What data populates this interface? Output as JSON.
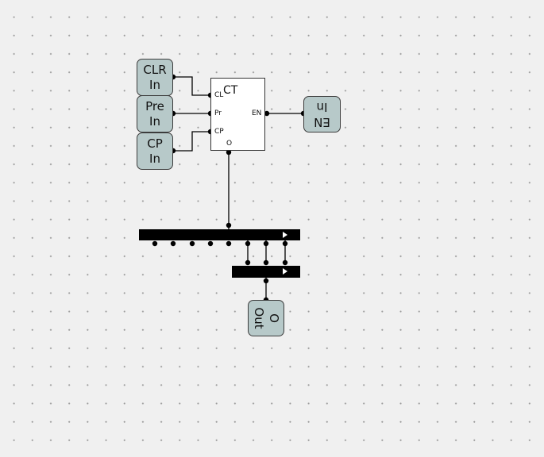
{
  "inputs": {
    "clr": {
      "line1": "CLR",
      "line2": "In"
    },
    "pre": {
      "line1": "Pre",
      "line2": "In"
    },
    "cp": {
      "line1": "CP",
      "line2": "In"
    },
    "en": {
      "line1": "EN",
      "line2": "In"
    }
  },
  "counter": {
    "title": "CT",
    "pins": {
      "clr": "CL",
      "pre": "Pr",
      "cp": "CP",
      "en": "EN",
      "out": "O"
    }
  },
  "output": {
    "line1": "O",
    "line2": "Out"
  },
  "colors": {
    "io_fill": "#b7c9c9",
    "wire": "#000000",
    "chip_fill": "#ffffff",
    "background": "#f0f0f0"
  }
}
